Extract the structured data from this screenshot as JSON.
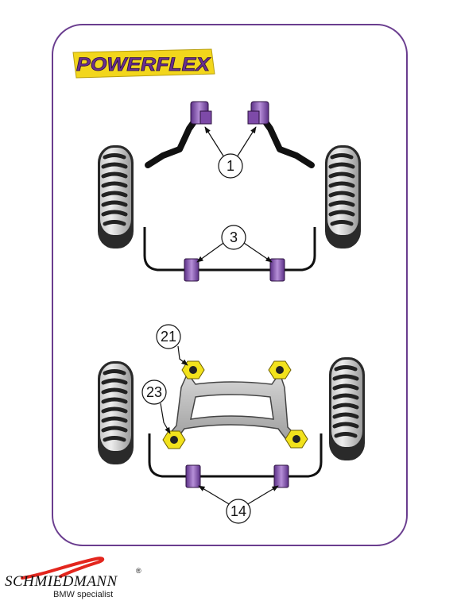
{
  "logo": {
    "text": "POWERFLEX"
  },
  "callouts": [
    {
      "id": "front-anti-roll-bar-mounts",
      "label": "1"
    },
    {
      "id": "front-anti-roll-bar-bushes",
      "label": "3"
    },
    {
      "id": "rear-subframe-front-mounts",
      "label": "21"
    },
    {
      "id": "rear-subframe-rear-mounts",
      "label": "23"
    },
    {
      "id": "rear-anti-roll-bar-bushes",
      "label": "14"
    }
  ],
  "colors": {
    "frame": "#6a3d8f",
    "bush_purple": "#7d4aa8",
    "bush_yellow": "#f2e21c",
    "logo_bg": "#f2d61c",
    "logo_text": "#6a2f8f",
    "subframe": "#bdbdbd",
    "tyre": "#2a2a2a",
    "brand_red": "#e3261e"
  },
  "footer": {
    "brand": "SCHMIEDMANN",
    "registered": "®",
    "subtitle": "BMW specialist"
  }
}
